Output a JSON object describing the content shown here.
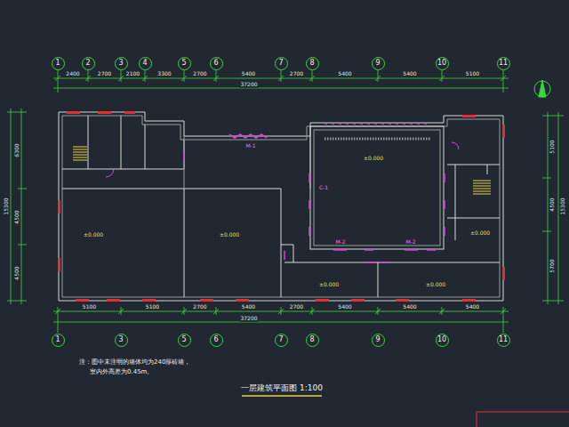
{
  "diagram": {
    "title": "一层建筑平面图 1:100",
    "nodes": [
      {
        "text": [
          "1"
        ]
      },
      {
        "text": [
          "2"
        ]
      },
      {
        "text": [
          "3"
        ]
      },
      {
        "text": [
          "4"
        ]
      },
      {
        "text": [
          "5"
        ]
      },
      {
        "text": [
          "6"
        ]
      },
      {
        "text": [
          "7"
        ]
      },
      {
        "text": [
          "8"
        ]
      },
      {
        "text": [
          "9"
        ]
      },
      {
        "text": [
          "10"
        ]
      },
      {
        "text": [
          "11"
        ]
      },
      {
        "text": [
          "1"
        ]
      },
      {
        "text": [
          "3"
        ]
      },
      {
        "text": [
          "5"
        ]
      },
      {
        "text": [
          "6"
        ]
      },
      {
        "text": [
          "7"
        ]
      },
      {
        "text": [
          "8"
        ]
      },
      {
        "text": [
          "9"
        ]
      },
      {
        "text": [
          "10"
        ]
      },
      {
        "text": [
          "11"
        ]
      }
    ],
    "labels": [
      "2400",
      "2700",
      "2100",
      "3300",
      "2700",
      "5400",
      "2700",
      "5400",
      "5400",
      "5100",
      "37200",
      "5100",
      "5100",
      "2700",
      "5400",
      "2700",
      "5400",
      "5400",
      "5400",
      "37200",
      "6300",
      "4500",
      "4500",
      "15300",
      "5100",
      "4500",
      "5700",
      "15300",
      "±0.000",
      "±0.000",
      "±0.000",
      "±0.000",
      "±0.000",
      "±0.000",
      "M-1",
      "M-2",
      "M-2",
      "C-1",
      "注：图中未注明的墙体均为240厚砖墙，",
      "室内外高差为0.45m。"
    ]
  }
}
